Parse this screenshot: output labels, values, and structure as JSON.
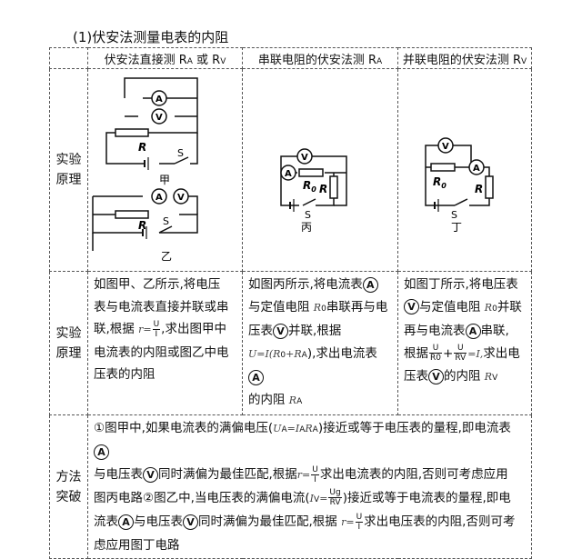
{
  "title": "(1)伏安法测量电表的内阻",
  "header": {
    "col1": "伏安法直接测 R",
    "col1_sub": "A",
    "col1_or": " 或 R",
    "col1_sub2": "V",
    "col2": "串联电阻的伏安法测 R",
    "col2_sub": "A",
    "col3": "并联电阻的伏安法测 R",
    "col3_sub": "V"
  },
  "rows": {
    "principle_label_1": "实验",
    "principle_label_2": "原理",
    "breakthrough_label_1": "方法",
    "breakthrough_label_2": "突破"
  },
  "circuits": {
    "jia_label": "甲",
    "yi_label": "乙",
    "bing_label": "丙",
    "ding_label": "丁",
    "ammeter": "A",
    "voltmeter": "V",
    "resistor": "R",
    "resistor0": "R",
    "resistor0_sub": "0",
    "switch": "S"
  },
  "text_row2": {
    "c1": {
      "l1": "如图甲、乙所示,将电压",
      "l2": "表与电流表直接并联或串",
      "l3a": "联,根据",
      "formula": "r=",
      "frac_n": "U",
      "frac_d": "I",
      "l3b": ",求出图甲中",
      "l4": "电流表的内阻或图乙中电",
      "l5": "压表的内阻"
    },
    "c2": {
      "l1": "如图丙所示,将电流表",
      "l2a": "与定值电阻",
      "l2r": "R",
      "l2sub": "0",
      "l2b": "串联再与电",
      "l3a": "压表",
      "l3b": "并联,根据",
      "l4f": "U=I(R",
      "l4sub1": "0",
      "l4mid": "+R",
      "l4sub2": "A",
      "l4end": "),求出电流表",
      "l5a": "的内阻",
      "l5r": "R",
      "l5sub": "A"
    },
    "c3": {
      "l1": "如图丁所示,将电压表",
      "l2a": "与定值电阻",
      "l2r": "R",
      "l2sub": "0",
      "l2b": "并联",
      "l3a": "再与电流表",
      "l3b": "串联,",
      "l4a": "根据",
      "fn1": "U",
      "fd1": "R",
      "fd1sub": "0",
      "l4plus": "+",
      "fn2": "U",
      "fd2": "R",
      "fd2sub": "V",
      "l4eq": "=I,",
      "l4b": "求出电",
      "l5a": "压表",
      "l5b": "的内阻",
      "l5r": "R",
      "l5sub": "V"
    }
  },
  "text_row3": {
    "l1a": "①图甲中,如果电流表的满偏电压(",
    "l1f": "U",
    "l1fsub": "A",
    "l1f2": "=I",
    "l1fsub2": "A",
    "l1f3": "R",
    "l1fsub3": "A",
    "l1b": ")接近或等于电压表的量程,即电流表",
    "l2a": "与电压表",
    "l2b": "同时满偏为最佳匹配,根据",
    "l2r": "r=",
    "l2fn": "U",
    "l2fd": "I",
    "l2c": "求出电流表的内阻,否则可考虑应用",
    "l3a": "图丙电路②图乙中,当电压表的满偏电流(",
    "l3f": "I",
    "l3fsub": "V",
    "l3eq": "=",
    "l3fn": "U",
    "l3fnsub": "g",
    "l3fd": "R",
    "l3fdsub": "V",
    "l3b": ")接近或等于电流表的量程,即电",
    "l4a": "流表",
    "l4b": "与电压表",
    "l4c": "同时满偏为最佳匹配,根据",
    "l4r": "r=",
    "l4fn": "U",
    "l4fd": "I",
    "l4d": "求出电压表的内阻,否则可考",
    "l5": "虑应用图丁电路"
  }
}
